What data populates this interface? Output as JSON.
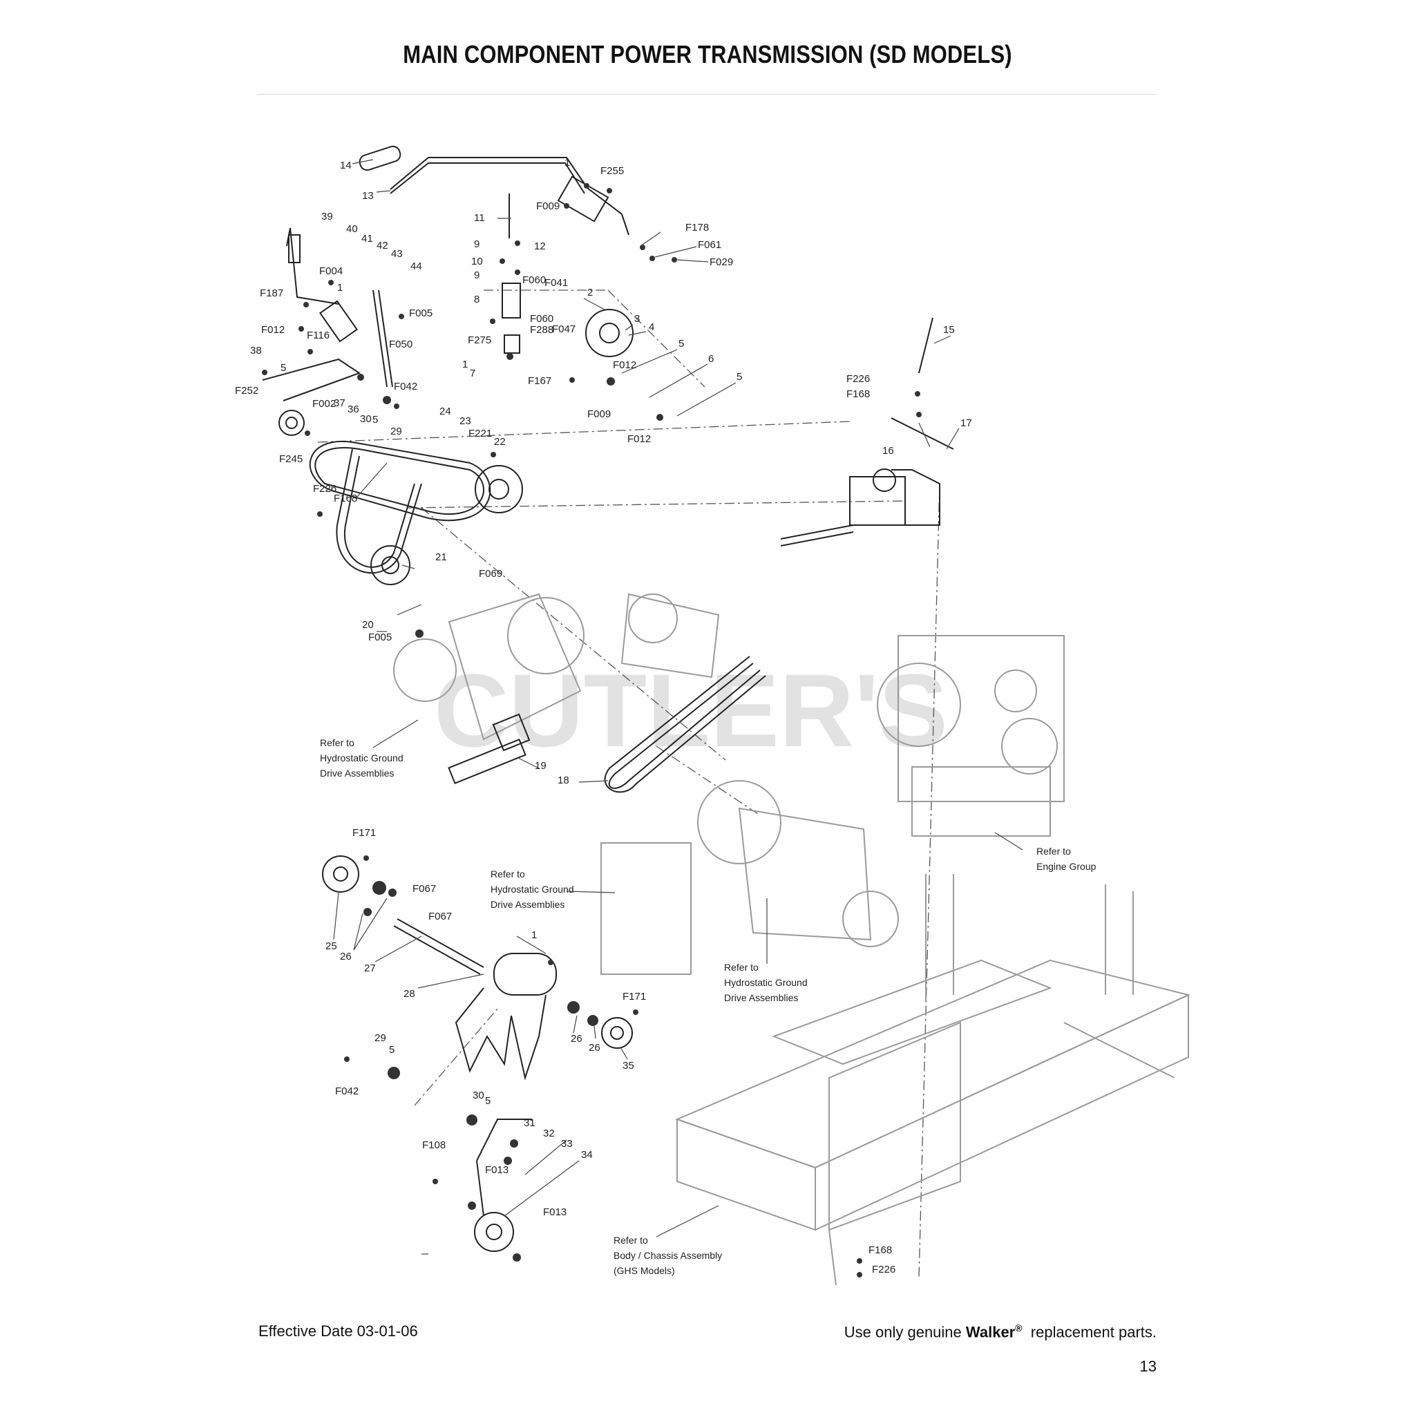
{
  "title": "MAIN COMPONENT POWER TRANSMISSION (SD MODELS)",
  "watermark": "CUTLER'S",
  "footer": {
    "effective_date": "Effective Date 03-01-06",
    "notice_prefix": "Use only genuine",
    "brand": "Walker",
    "registered": "®",
    "notice_suffix": "replacement parts.",
    "page_number": "13"
  },
  "references": [
    {
      "lines": [
        "Refer to",
        "Hydrostatic Ground",
        "Drive Assemblies"
      ]
    },
    {
      "lines": [
        "Refer to",
        "Engine Group"
      ]
    },
    {
      "lines": [
        "Refer to",
        "Hydrostatic Ground",
        "Drive Assemblies"
      ]
    },
    {
      "lines": [
        "Refer to",
        "Hydrostatic Ground",
        "Drive Assemblies"
      ]
    },
    {
      "lines": [
        "Refer to",
        "Body / Chassis Assembly",
        "(GHS Models)"
      ]
    }
  ],
  "callouts": [
    "14",
    "13",
    "1",
    "F255",
    "F009",
    "11",
    "F178",
    "F061",
    "F029",
    "9",
    "12",
    "10",
    "9",
    "F060",
    "F041",
    "2",
    "8",
    "F060",
    "3",
    "F047",
    "F288",
    "4",
    "F275",
    "F012",
    "5",
    "1",
    "7",
    "F167",
    "6",
    "5",
    "F009",
    "F012",
    "39",
    "40",
    "41",
    "42",
    "43",
    "44",
    "F004",
    "1",
    "F187",
    "F005",
    "F050",
    "F012",
    "F116",
    "38",
    "5",
    "F252",
    "F042",
    "F002",
    "37",
    "36",
    "30",
    "5",
    "29",
    "24",
    "23",
    "F221",
    "22",
    "F245",
    "F226",
    "F168",
    "21",
    "F069",
    "20",
    "F005",
    "15",
    "F226",
    "F168",
    "17",
    "16",
    "19",
    "18",
    "F171",
    "F067",
    "F067",
    "25",
    "26",
    "27",
    "1",
    "28",
    "F171",
    "26",
    "26",
    "35",
    "29",
    "5",
    "F042",
    "30",
    "5",
    "31",
    "32",
    "F108",
    "F013",
    "33",
    "34",
    "F013",
    "F168",
    "F226"
  ]
}
